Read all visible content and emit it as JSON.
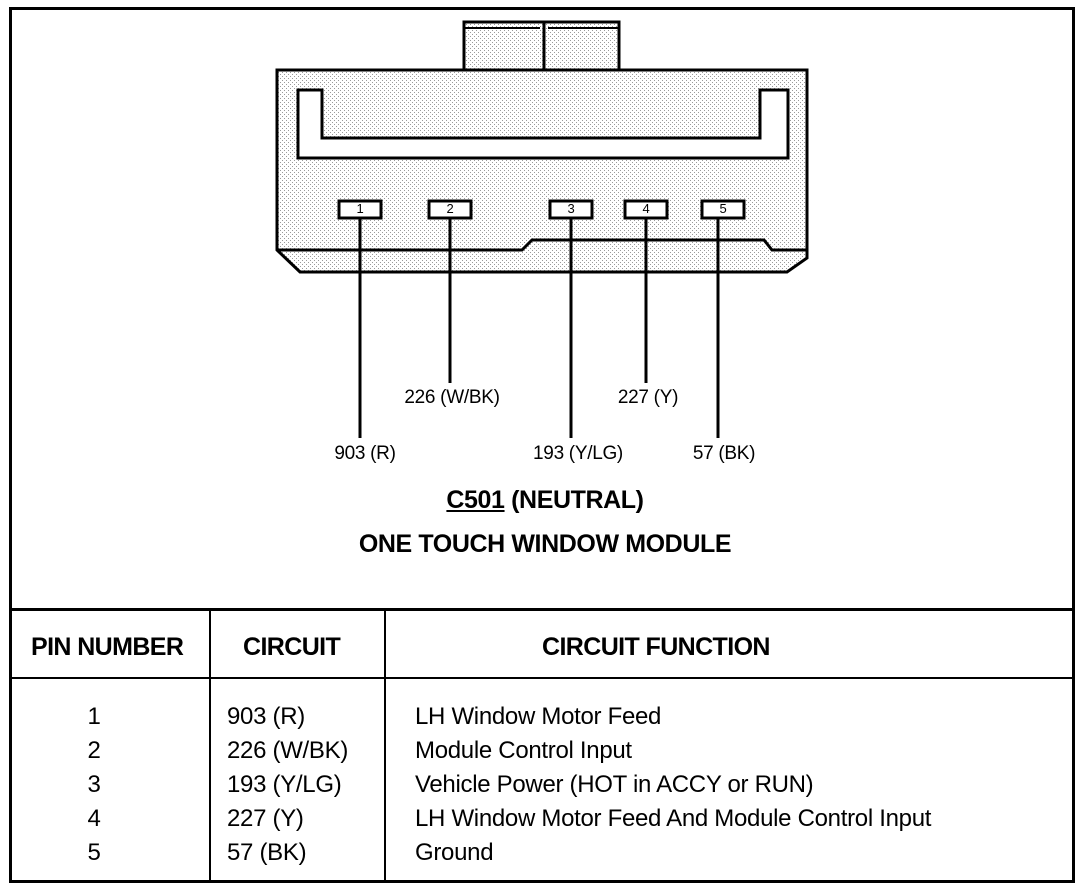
{
  "diagram": {
    "connector_id": "C501",
    "connector_qualifier": "(NEUTRAL)",
    "module_name": "ONE TOUCH WINDOW MODULE",
    "pins": [
      {
        "number": "1",
        "wire_label": "903 (R)"
      },
      {
        "number": "2",
        "wire_label": "226 (W/BK)"
      },
      {
        "number": "3",
        "wire_label": "193 (Y/LG)"
      },
      {
        "number": "4",
        "wire_label": "227 (Y)"
      },
      {
        "number": "5",
        "wire_label": "57 (BK)"
      }
    ]
  },
  "table": {
    "headers": {
      "pin": "PIN NUMBER",
      "circuit": "CIRCUIT",
      "function": "CIRCUIT FUNCTION"
    },
    "rows": [
      {
        "pin": "1",
        "circuit": "903 (R)",
        "function": "LH Window Motor Feed"
      },
      {
        "pin": "2",
        "circuit": "226 (W/BK)",
        "function": "Module Control Input"
      },
      {
        "pin": "3",
        "circuit": "193 (Y/LG)",
        "function": "Vehicle Power (HOT in ACCY or RUN)"
      },
      {
        "pin": "4",
        "circuit": "227 (Y)",
        "function": "LH Window Motor Feed And Module Control Input"
      },
      {
        "pin": "5",
        "circuit": "57 (BK)",
        "function": "Ground"
      }
    ]
  }
}
